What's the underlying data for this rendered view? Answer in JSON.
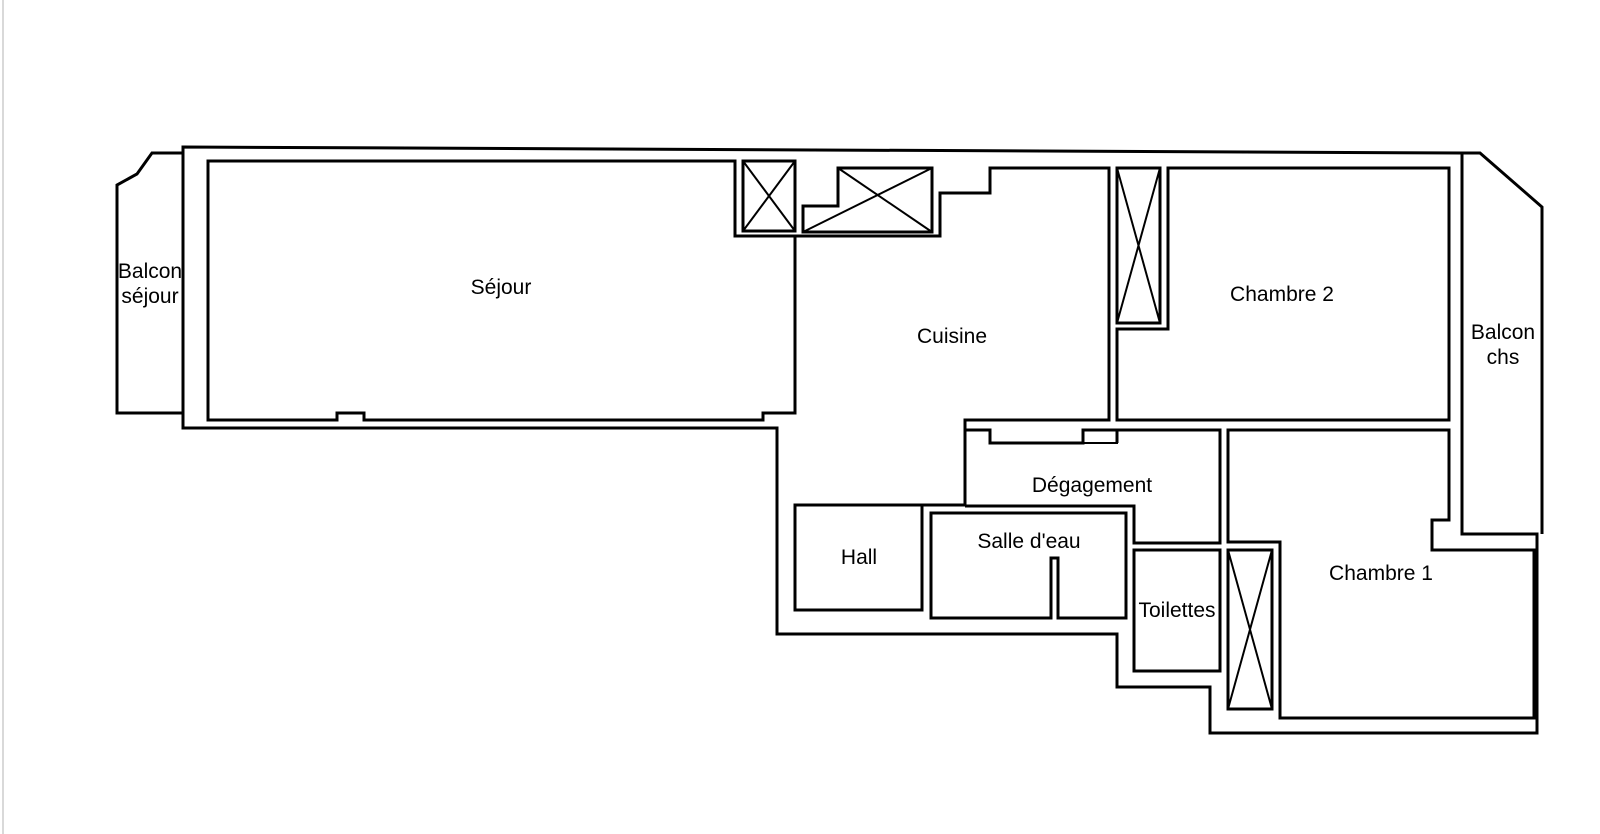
{
  "floorplan": {
    "line_color": "#000000",
    "background_color": "#ffffff",
    "rooms": {
      "balcon_sejour": {
        "line1": "Balcon",
        "line2": "séjour"
      },
      "sejour": {
        "label": "Séjour"
      },
      "cuisine": {
        "label": "Cuisine"
      },
      "chambre_2": {
        "label": "Chambre 2"
      },
      "balcon_chs": {
        "line1": "Balcon",
        "line2": "chs"
      },
      "degagement": {
        "label": "Dégagement"
      },
      "hall": {
        "label": "Hall"
      },
      "salle_deau": {
        "label": "Salle d'eau"
      },
      "toilettes": {
        "label": "Toilettes"
      },
      "chambre_1": {
        "label": "Chambre 1"
      }
    }
  }
}
